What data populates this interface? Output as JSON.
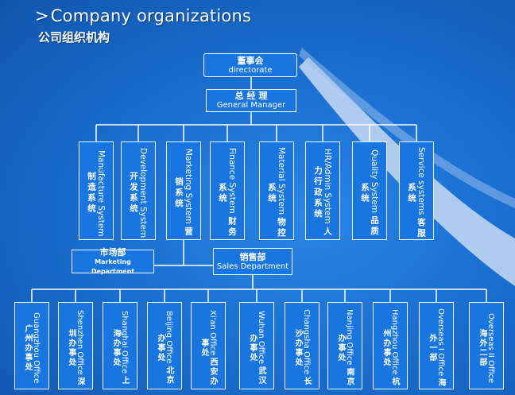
{
  "slide": {
    "title": "Company organizations",
    "subtitle": "公司组织机构"
  },
  "org": {
    "directorate": {
      "cn": "董事会",
      "en": "directorate"
    },
    "general_manager": {
      "cn": "总 经 理",
      "en": "General Manager"
    },
    "systems": [
      {
        "en": "Manufacture System",
        "cn": "制造系统"
      },
      {
        "en": "Development System",
        "cn": "开发系统"
      },
      {
        "en": "Marketing System",
        "cn": "营销系统"
      },
      {
        "en": "Finance System",
        "cn": "财务系统"
      },
      {
        "en": "Material System",
        "cn": "物控系统"
      },
      {
        "en": "HR/Admin System",
        "cn": "人力行政系统"
      },
      {
        "en": "Quality System",
        "cn": "品质系统"
      },
      {
        "en": "Service systems",
        "cn": "客服系统"
      }
    ],
    "marketing_department": {
      "cn": "市场部",
      "en": "Marketing Department"
    },
    "sales_department": {
      "cn": "销售部",
      "en": "Sales Department"
    },
    "offices": [
      {
        "en": "Guangzhou Office",
        "cn": "广州办事处"
      },
      {
        "en": "Shenzhen Office",
        "cn": "深圳办事处"
      },
      {
        "en": "Shanghai Office",
        "cn": "上海办事处"
      },
      {
        "en": "Beijing Office",
        "cn": "北京办事处"
      },
      {
        "en": "Xi'an Office",
        "cn": "西安办事处"
      },
      {
        "en": "Wuhan Office",
        "cn": "武汉办事处"
      },
      {
        "en": "Changsha Office",
        "cn": "长沙办事处"
      },
      {
        "en": "Nanjing Office",
        "cn": "南京办事处"
      },
      {
        "en": "Hangzhou Office",
        "cn": "杭州办事处"
      },
      {
        "en": "Overseas I Office",
        "cn": "海外一部"
      },
      {
        "en": "Overseas II Office",
        "cn": "海外二部"
      }
    ]
  },
  "colors": {
    "box_fill": "#1976e0",
    "line": "#ffffff",
    "swoosh": "#c9dcf5"
  }
}
